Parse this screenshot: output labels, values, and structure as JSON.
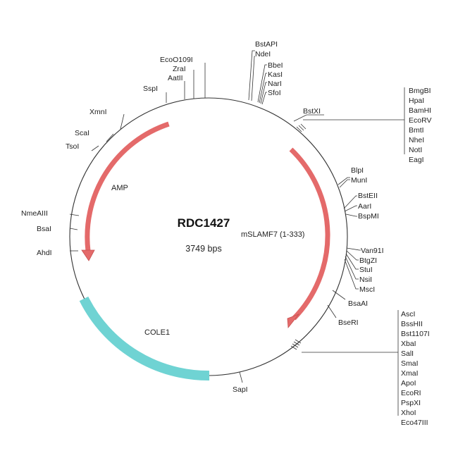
{
  "plasmid": {
    "name": "RDC1427",
    "size": "3749 bps"
  },
  "features": {
    "amp": {
      "label": "AMP",
      "color": "#e46a6a"
    },
    "mslamf7": {
      "label": "mSLAMF7 (1-333)",
      "color": "#e46a6a"
    },
    "cole1": {
      "label": "COLE1",
      "color": "#6fd3d3"
    }
  },
  "sites": {
    "bstapi": "BstAPI",
    "ndei": "NdeI",
    "bbei": "BbeI",
    "kasi": "KasI",
    "nari": "NarI",
    "sfoi": "SfoI",
    "ecoo109i": "EcoO109I",
    "zrai": "ZraI",
    "aatii": "AatII",
    "sspi": "SspI",
    "xmni": "XmnI",
    "scai": "ScaI",
    "tsoi": "TsoI",
    "nmeaiii": "NmeAIII",
    "bsai": "BsaI",
    "ahdi": "AhdI",
    "bstxi": "BstXI",
    "blpi": "BlpI",
    "muni": "MunI",
    "bsteii": "BstEII",
    "aari": "AarI",
    "bspmi": "BspMI",
    "van91i": "Van91I",
    "btgzi": "BtgZI",
    "stui": "StuI",
    "nsii": "NsiI",
    "msci": "MscI",
    "bsaai": "BsaAI",
    "bseri": "BseRI",
    "sapi": "SapI"
  },
  "mcs1": [
    "BmgBI",
    "HpaI",
    "BamHI",
    "EcoRV",
    "BmtI",
    "NheI",
    "NotI",
    "EagI"
  ],
  "mcs2": [
    "AscI",
    "BssHII",
    "Bst1107I",
    "XbaI",
    "SalI",
    "SmaI",
    "XmaI",
    "ApoI",
    "EcoRI",
    "PspXI",
    "XhoI",
    "Eco47III"
  ]
}
